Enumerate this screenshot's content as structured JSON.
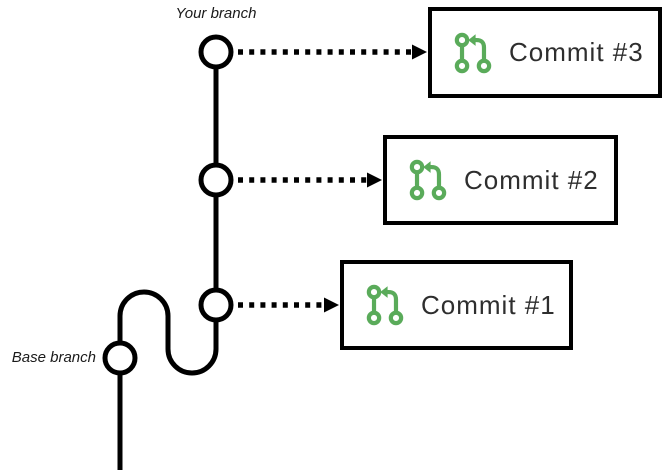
{
  "diagram": {
    "your_branch_label": "Your branch",
    "base_branch_label": "Base branch",
    "commit_cards": [
      {
        "label": "Commit #3",
        "icon": "code-pull-request-icon"
      },
      {
        "label": "Commit #2",
        "icon": "code-pull-request-icon"
      },
      {
        "label": "Commit #1",
        "icon": "code-pull-request-icon"
      }
    ],
    "colors": {
      "icon_green": "#5aab5a",
      "line": "#000000",
      "text": "#2e2e2e"
    }
  }
}
